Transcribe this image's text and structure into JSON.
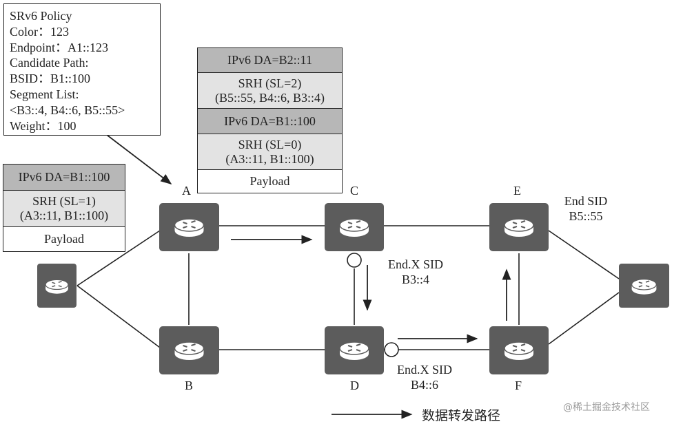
{
  "policy": {
    "lines": [
      "SRv6 Policy",
      "Color：123",
      "Endpoint：A1::123",
      "Candidate Path:",
      "BSID：B1::100",
      "Segment List:",
      "<B3::4, B4::6, B5::55>",
      "Weight：100"
    ]
  },
  "packet_top": {
    "outer_da": "IPv6 DA=B2::11",
    "outer_srh": [
      "SRH (SL=2)",
      "(B5::55, B4::6, B3::4)"
    ],
    "inner_da": "IPv6 DA=B1::100",
    "inner_srh": [
      "SRH (SL=0)",
      "(A3::11, B1::100)"
    ],
    "payload": "Payload"
  },
  "packet_left": {
    "da": "IPv6 DA=B1::100",
    "srh": [
      "SRH (SL=1)",
      "(A3::11, B1::100)"
    ],
    "payload": "Payload"
  },
  "nodes": {
    "A": "A",
    "B": "B",
    "C": "C",
    "D": "D",
    "E": "E",
    "F": "F"
  },
  "sids": {
    "c": [
      "End.X SID",
      "B3::4"
    ],
    "d": [
      "End.X SID",
      "B4::6"
    ],
    "e": [
      "End SID",
      "B5::55"
    ]
  },
  "legend": {
    "label": "数据转发路径"
  },
  "watermark": "@稀土掘金技术社区",
  "colors": {
    "router_fill": "#5c5c5c",
    "line": "#222222",
    "dark_cell": "#b7b7b7",
    "light_cell": "#e3e3e3"
  }
}
